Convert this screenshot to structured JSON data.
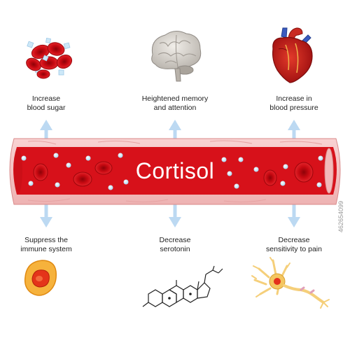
{
  "title": "Cortisol",
  "effects_up": [
    {
      "line1": "Increase",
      "line2": "blood sugar",
      "icon": "red-blood-cells-and-glucose-icon"
    },
    {
      "line1": "Heightened memory",
      "line2": "and attention",
      "icon": "brain-icon"
    },
    {
      "line1": "Increase in",
      "line2": "blood pressure",
      "icon": "heart-icon"
    }
  ],
  "effects_down": [
    {
      "line1": "Suppress the",
      "line2": "immune system",
      "icon": "immune-cell-icon"
    },
    {
      "line1": "Decrease",
      "line2": "serotonin",
      "icon": "steroid-molecule-icon"
    },
    {
      "line1": "Decrease",
      "line2": "sensitivity to pain",
      "icon": "neuron-icon"
    }
  ],
  "stock_id": "462654099",
  "colors": {
    "vessel_wall": "#f6c4c4",
    "vessel_outline": "#d98a8a",
    "blood": "#d7111a",
    "red_cell": "#c70910",
    "arrow": "#bcd9f2",
    "glucose": "#bfe3f8"
  }
}
